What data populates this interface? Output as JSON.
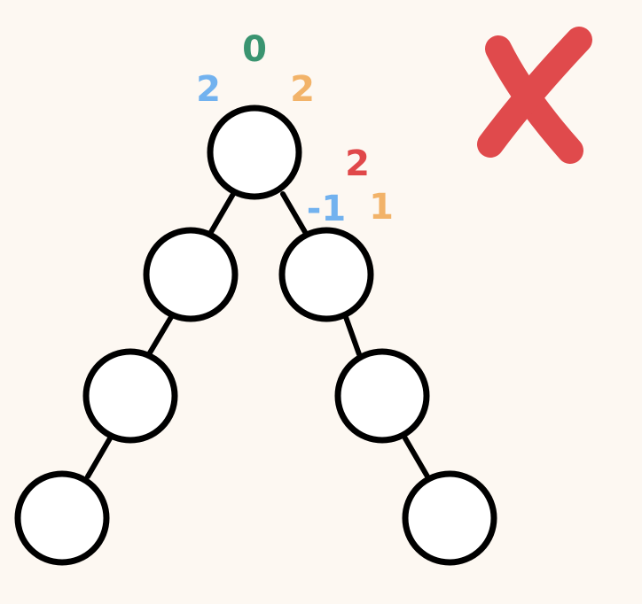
{
  "tree": {
    "nodes": [
      {
        "id": "root"
      },
      {
        "id": "l1-left"
      },
      {
        "id": "l1-right"
      },
      {
        "id": "l2-left"
      },
      {
        "id": "l2-right"
      },
      {
        "id": "l3-left"
      },
      {
        "id": "l3-right"
      }
    ],
    "edges": [
      [
        "root",
        "l1-left"
      ],
      [
        "root",
        "l1-right"
      ],
      [
        "l1-left",
        "l2-left"
      ],
      [
        "l2-left",
        "l3-left"
      ],
      [
        "l1-right",
        "l2-right"
      ],
      [
        "l2-right",
        "l3-right"
      ]
    ]
  },
  "annotations": {
    "root": {
      "balance": "0",
      "left_height": "2",
      "right_height": "2"
    },
    "right_child": {
      "balance": "2",
      "left_height": "-1",
      "right_height": "1"
    }
  },
  "colors": {
    "balance_root": "#3a9470",
    "balance_right": "#e0484a",
    "left_height": "#72b2ef",
    "right_height": "#f2b369",
    "cross": "#e04a4c"
  },
  "status_icon": "cross-mark-icon"
}
